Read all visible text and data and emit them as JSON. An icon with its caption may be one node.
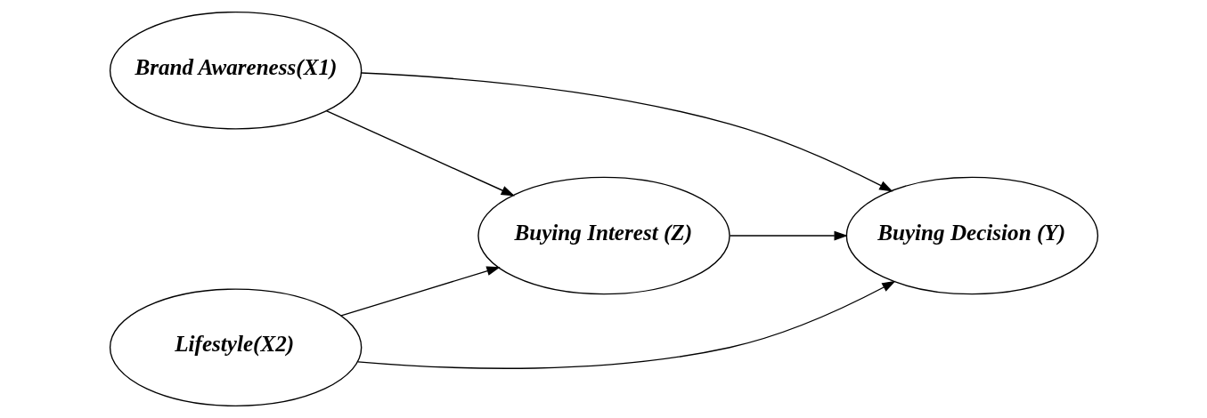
{
  "diagram": {
    "nodes": [
      {
        "text": [
          "Brand Awareness(X1)"
        ]
      },
      {
        "text": [
          "Buying Interest (Z)"
        ]
      },
      {
        "text": [
          "Buying Decision (Y)"
        ]
      },
      {
        "text": [
          "Lifestyle(X2)"
        ]
      }
    ],
    "edges": [
      {
        "from": 0,
        "to": 2,
        "arrow": "to"
      },
      {
        "from": 0,
        "to": 1,
        "arrow": "to"
      },
      {
        "from": 3,
        "to": 1,
        "arrow": "to"
      },
      {
        "from": 1,
        "to": 2,
        "arrow": "to"
      },
      {
        "from": 3,
        "to": 2,
        "arrow": "to"
      }
    ]
  }
}
